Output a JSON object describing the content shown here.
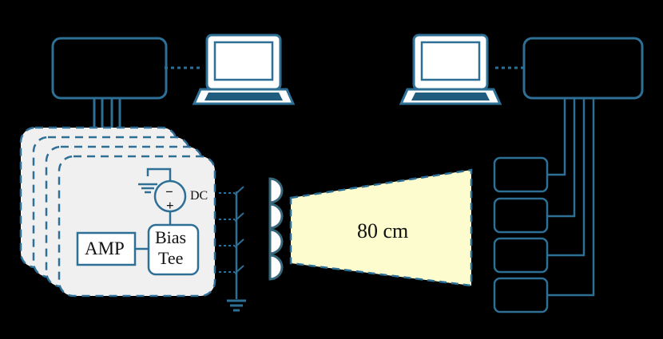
{
  "diagram": {
    "title": "RF antenna array measurement setup",
    "background_color": "#000000",
    "stroke_color": "#2E6F96",
    "panel_fill": "#F0F0F0",
    "beam_fill": "#FCFCCE",
    "device_fill": "#FFFFFF",
    "keyboard_fill": "#1F5C7E"
  },
  "labels": {
    "amp": "AMP",
    "bias_tee_line1": "Bias",
    "bias_tee_line2": "Tee",
    "dc": "DC",
    "dc_minus": "−",
    "dc_plus": "+",
    "beam_distance": "80 cm"
  },
  "left_side": {
    "instrument_box": {
      "name": "left-instrument-box",
      "label": "",
      "cable_count": 4
    },
    "laptop": {
      "name": "left-laptop",
      "label": ""
    },
    "link": {
      "style": "dotted",
      "label": ""
    },
    "panel_stack": {
      "count": 4,
      "border": "dashed",
      "label": ""
    },
    "antenna_elements": {
      "count": 4,
      "shape": "semicircle"
    },
    "switch_bus": {
      "switch_count": 4,
      "ground": true
    }
  },
  "right_side": {
    "laptop": {
      "name": "right-laptop",
      "label": ""
    },
    "instrument_box": {
      "name": "right-instrument-box",
      "label": "",
      "cable_count": 4
    },
    "link": {
      "style": "dotted",
      "label": ""
    },
    "receiver_boxes": [
      {
        "name": "receiver-box-1",
        "label": ""
      },
      {
        "name": "receiver-box-2",
        "label": ""
      },
      {
        "name": "receiver-box-3",
        "label": ""
      },
      {
        "name": "receiver-box-4",
        "label": ""
      }
    ]
  },
  "beam": {
    "shape": "trapezoid",
    "label": "80 cm",
    "fill": "#FCFCCE",
    "border": "dashed"
  }
}
